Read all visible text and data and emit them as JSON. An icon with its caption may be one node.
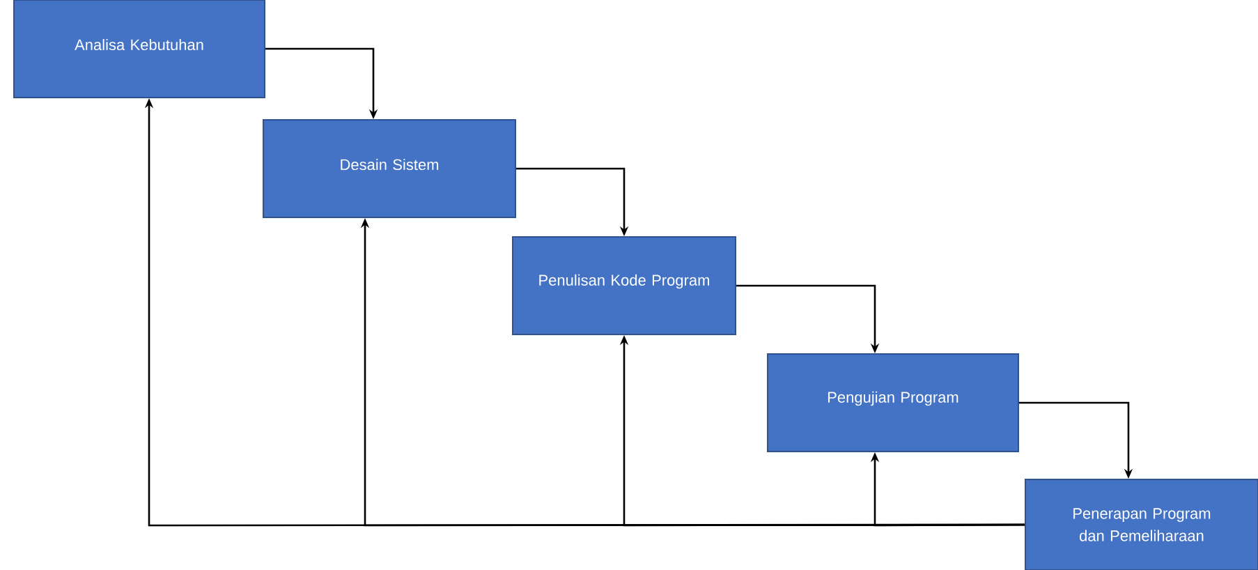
{
  "diagram": {
    "nodes": [
      {
        "text": [
          "Analisa Kebutuhan"
        ]
      },
      {
        "text": [
          "Desain Sistem"
        ]
      },
      {
        "text": [
          "Penulisan Kode Program"
        ]
      },
      {
        "text": [
          "Pengujian Program"
        ]
      },
      {
        "text": [
          "Penerapan Program dan Pemeliharaan"
        ]
      }
    ],
    "edges": [
      {
        "from": 0,
        "to": 1,
        "arrow": "to"
      },
      {
        "from": 1,
        "to": 2,
        "arrow": "to"
      },
      {
        "from": 2,
        "to": 3,
        "arrow": "to"
      },
      {
        "from": 3,
        "to": 4,
        "arrow": "to"
      },
      {
        "from": 4,
        "to": 0,
        "arrow": "to"
      },
      {
        "from": 4,
        "to": 1,
        "arrow": "to"
      },
      {
        "from": 4,
        "to": 2,
        "arrow": "to"
      },
      {
        "from": 4,
        "to": 3,
        "arrow": "to"
      }
    ]
  }
}
